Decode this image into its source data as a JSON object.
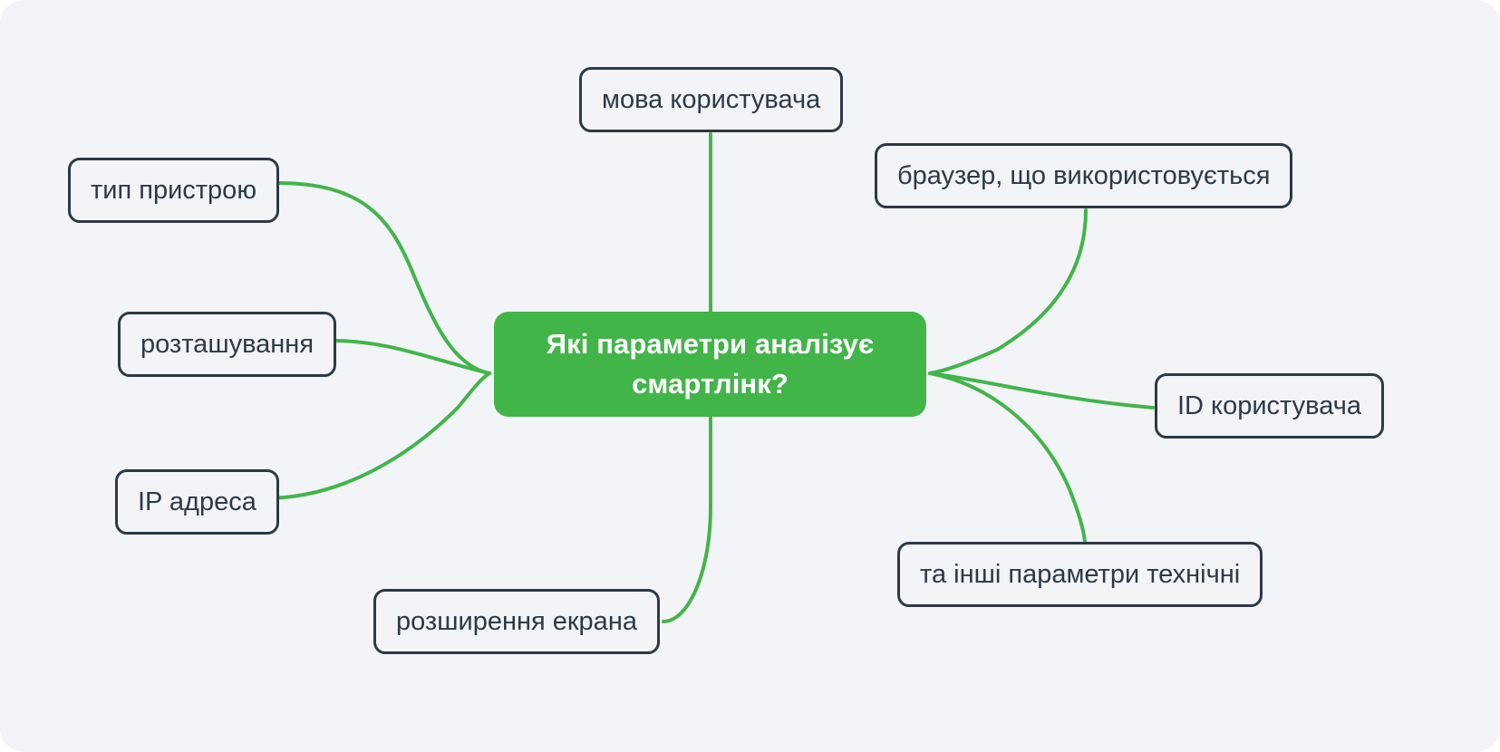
{
  "diagram": {
    "type": "mind-map",
    "background_color": "#f3f4f8",
    "accent_color": "#42b549",
    "node_border_color": "#2c3947",
    "node_text_color": "#2c3947",
    "central": {
      "label": "Які параметри аналізує смартлінк?",
      "line_1": "Які параметри аналізує",
      "line_2": "смартлінк?",
      "text_color": "#ffffff",
      "fill_color": "#42b549"
    },
    "branches": [
      {
        "id": "language",
        "label": "мова користувача",
        "side": "top"
      },
      {
        "id": "browser",
        "label": "браузер, що використовується",
        "side": "right-top"
      },
      {
        "id": "device",
        "label": "тип пристрою",
        "side": "left-top"
      },
      {
        "id": "location",
        "label": "розташування",
        "side": "left-middle"
      },
      {
        "id": "userid",
        "label": "ID користувача",
        "side": "right-middle"
      },
      {
        "id": "ip",
        "label": "IP адреса",
        "side": "left-bottom"
      },
      {
        "id": "other",
        "label": "та інші параметри технічні",
        "side": "right-bottom"
      },
      {
        "id": "screen",
        "label": "розширення екрана",
        "side": "bottom"
      }
    ]
  }
}
